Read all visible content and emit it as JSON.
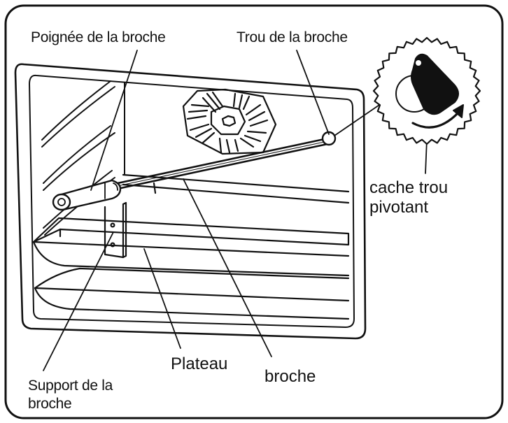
{
  "labels": {
    "handle": "Poignée de la broche",
    "hole": "Trou de la broche",
    "cover_line1": "cache trou",
    "cover_line2": "pivotant",
    "tray": "Plateau",
    "spit": "broche",
    "support_line1": "Support de la",
    "support_line2": "broche"
  },
  "colors": {
    "ink": "#111111",
    "background": "#ffffff"
  },
  "icons": {
    "fan": "oven-fan-icon",
    "cover": "rotating-hole-cover-icon",
    "rotation_arrow": "rotation-arrow-icon"
  }
}
